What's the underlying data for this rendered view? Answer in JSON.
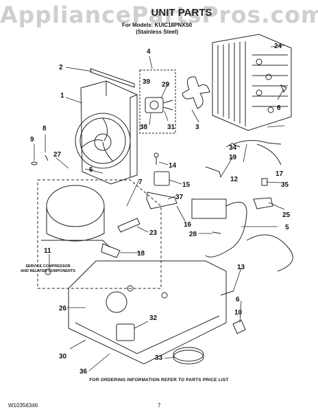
{
  "watermark": "AppliancePartsPros.com",
  "header": {
    "title": "UNIT PARTS",
    "models_line1": "For Models: KUIC18PNXS0",
    "models_line2": "(Stainless Steel)"
  },
  "callouts": [
    "1",
    "2",
    "3",
    "4",
    "5",
    "6",
    "6",
    "6",
    "7",
    "8",
    "9",
    "10",
    "11",
    "12",
    "13",
    "14",
    "15",
    "16",
    "17",
    "18",
    "19",
    "23",
    "24",
    "25",
    "26",
    "27",
    "28",
    "29",
    "30",
    "31",
    "32",
    "33",
    "34",
    "35",
    "36",
    "37",
    "38",
    "39"
  ],
  "service_note_line1": "SERVICE COMPRESSOR",
  "service_note_line2": "AND RELATED COMPONENTS",
  "footer": {
    "ordering_note": "FOR ORDERING INFORMATION REFER TO PARTS PRICE LIST",
    "doc_id": "W10356346",
    "page": "7"
  }
}
